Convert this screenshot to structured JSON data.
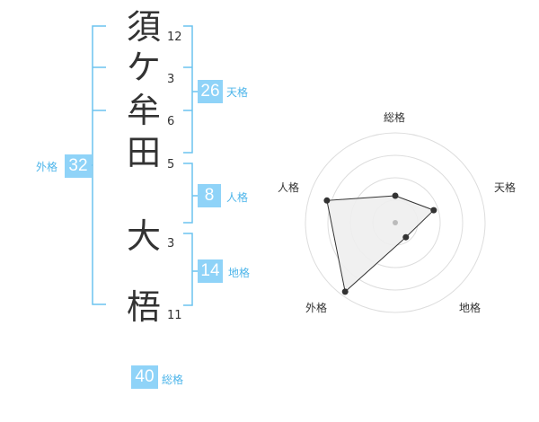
{
  "name": {
    "characters": [
      {
        "char": "須",
        "strokes": "12"
      },
      {
        "char": "ケ",
        "strokes": "3"
      },
      {
        "char": "牟",
        "strokes": "6"
      },
      {
        "char": "田",
        "strokes": "5"
      },
      {
        "char": "大",
        "strokes": "3"
      },
      {
        "char": "梧",
        "strokes": "11"
      }
    ]
  },
  "fortunes": {
    "tenkaku": {
      "value": "26",
      "label": "天格"
    },
    "jinkaku": {
      "value": "8",
      "label": "人格"
    },
    "chikaku": {
      "value": "14",
      "label": "地格"
    },
    "gaikaku": {
      "value": "32",
      "label": "外格"
    },
    "soukaku": {
      "value": "40",
      "label": "総格"
    }
  },
  "colors": {
    "accent": "#8fd3f8",
    "bracket": "#6cc3ef",
    "label": "#4db5ea",
    "ring": "#dddddd",
    "polygon_fill": "#eeeeee",
    "point": "#333333"
  },
  "chart_data": {
    "type": "radar",
    "axes": [
      "総格",
      "天格",
      "地格",
      "外格",
      "人格"
    ],
    "values": [
      0.3,
      0.45,
      0.2,
      0.95,
      0.8
    ],
    "ring_levels": 4
  }
}
